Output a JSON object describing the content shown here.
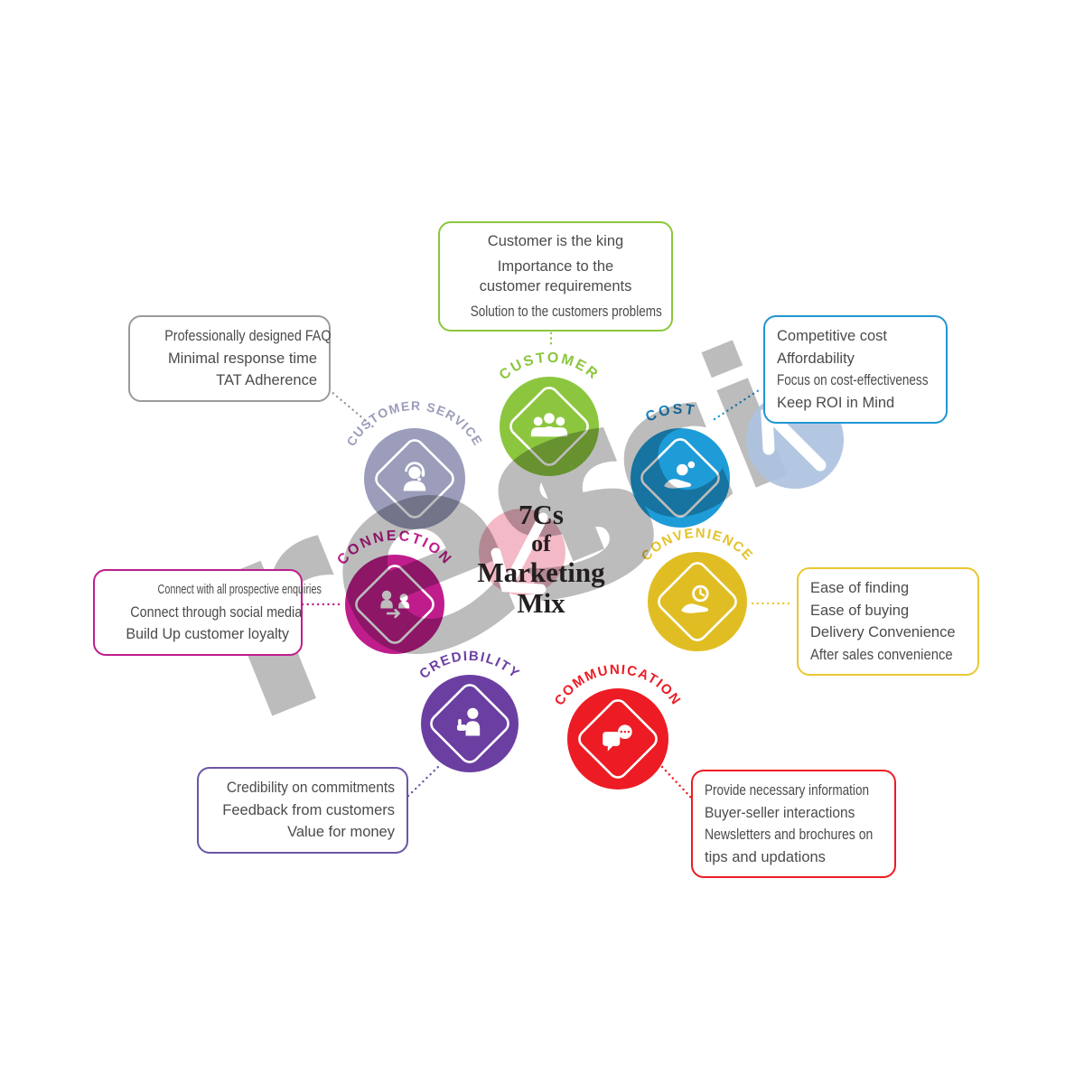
{
  "title": {
    "line1": "7Cs",
    "line2": "of",
    "line3": "Marketing",
    "line4": "Mix"
  },
  "nodes": [
    {
      "id": "customer-service",
      "label": "CUSTOMER SERVICE",
      "color": "#9B9DBB",
      "label_color": "#9B9DBB",
      "icon": "headset-agent-icon"
    },
    {
      "id": "customer",
      "label": "CUSTOMER",
      "color": "#8CC63F",
      "label_color": "#8CC63F",
      "icon": "people-group-icon"
    },
    {
      "id": "cost",
      "label": "COST",
      "color": "#1E9CD8",
      "label_color": "#1E88C6",
      "icon": "hand-coins-icon"
    },
    {
      "id": "connection",
      "label": "CONNECTION",
      "color": "#C01D8C",
      "label_color": "#C01D8C",
      "icon": "people-arrow-icon"
    },
    {
      "id": "convenience",
      "label": "CONVENIENCE",
      "color": "#E0BE23",
      "label_color": "#E4C22A",
      "icon": "hand-clock-icon"
    },
    {
      "id": "credibility",
      "label": "CREDIBILITY",
      "color": "#6B3FA1",
      "label_color": "#6B3FA1",
      "icon": "person-thumb-icon"
    },
    {
      "id": "communication",
      "label": "COMMUNICATION",
      "color": "#ED1C24",
      "label_color": "#ED1C24",
      "icon": "chat-bubbles-icon"
    }
  ],
  "callouts": {
    "customer": {
      "border": "#8CC63F",
      "lines": [
        "Customer is the king",
        "Importance to the",
        "customer requirements",
        "Solution to the customers problems"
      ]
    },
    "cost": {
      "border": "#2196D3",
      "lines": [
        "Competitive cost",
        "Affordability",
        "Focus on cost-effectiveness",
        "Keep ROI in Mind"
      ]
    },
    "convenience": {
      "border": "#E9C733",
      "lines": [
        "Ease of finding",
        "Ease of buying",
        "Delivery Convenience",
        "After sales convenience"
      ]
    },
    "communication": {
      "border": "#ED1C24",
      "lines": [
        "Provide necessary information",
        "Buyer-seller interactions",
        "Newsletters and brochures on",
        "tips and updations"
      ]
    },
    "credibility": {
      "border": "#6C55A4",
      "lines": [
        "Credibility on commitments",
        "Feedback from customers",
        "Value for money"
      ]
    },
    "connection": {
      "border": "#C01D8C",
      "lines": [
        "Connect with all prospective enquiries",
        "Connect through social media",
        "Build Up customer loyalty"
      ]
    },
    "customer_service": {
      "border": "#9B9B9D",
      "lines": [
        "Professionally designed FAQ",
        "Minimal response time",
        "TAT Adherence"
      ]
    }
  },
  "watermark": {
    "part1": "res",
    "part2": "rci",
    "letter_color": "#B3B3B3",
    "badge_color": "#AEC2DF"
  },
  "center_badge_color": "#F4B9C7"
}
